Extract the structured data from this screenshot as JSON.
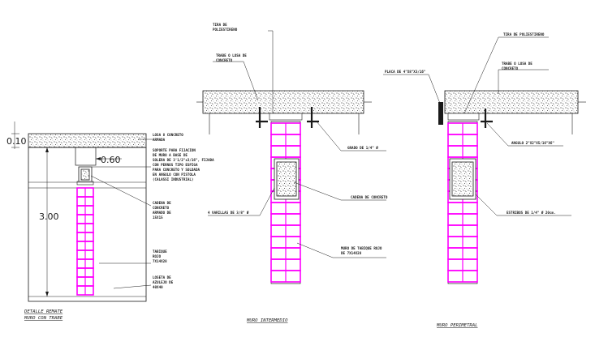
{
  "colors": {
    "line": "#1a1a1a",
    "brick": "#ff00ff",
    "concrete_dots": "#444444",
    "background": "#ffffff"
  },
  "detalle_remate": {
    "caption_line1": "DETALLE REMATE",
    "caption_line2": "MURO CON TRABE",
    "dim_top": "0.10",
    "dim_beam": "0.60",
    "dim_height": "3.00",
    "label_losa": "LOSA 8 CONCRETO",
    "label_losa_sub": "ARMADA",
    "label_soporte": [
      "SOPORTE PARA FIJACION",
      "DE MURO A BASE DE",
      "SOLERA DE 3'1/2\"x3/16\", FIJADA",
      "CON PERNOS TIPO ESPIGA",
      "PARA CONCRETO Y SOLDADA",
      "EN ANGULO CON PISTOLA",
      "(CALASSI INDUSTRIAL)"
    ],
    "label_cadena": [
      "CADENA DE",
      "CONCRETO",
      "ARMADO DE",
      "15X15"
    ],
    "label_tabique": [
      "TABIQUE",
      "ROJO",
      "7X14X28"
    ],
    "label_loseta": [
      "LOSETA DE",
      "AZULEJO DE",
      "40X40"
    ]
  },
  "muro_intermedio": {
    "caption": "MURO INTERMEDIO",
    "label_tira": [
      "TIRA DE",
      "POLIESTIRENO"
    ],
    "label_trabe": [
      "TRABE O LOSA DE",
      "CONCRETO"
    ],
    "label_grado": "GRADO DE 1/4\" Ø",
    "label_cadena": "CADENA DE CONCRETO",
    "label_varillas": "4 VARILLAS DE 3/8\" Ø",
    "label_muro": [
      "MURO DE TABIQUE ROJO",
      "DE 7X14X28"
    ]
  },
  "muro_perimetral": {
    "caption": "MURO PERIMETRAL",
    "label_tira": "TIRA DE POLIESTIRENO",
    "label_trabe": [
      "TRABE O LOSA DE",
      "CONCRETO"
    ],
    "label_placa": "PLACA DE 4\"X8\"X3/16\"",
    "label_angulo": "ANGULO 2\"X2\"X5/16\"X6\"",
    "label_estribos": "ESTRIBOS DE 1/4\" Ø 20cm."
  }
}
